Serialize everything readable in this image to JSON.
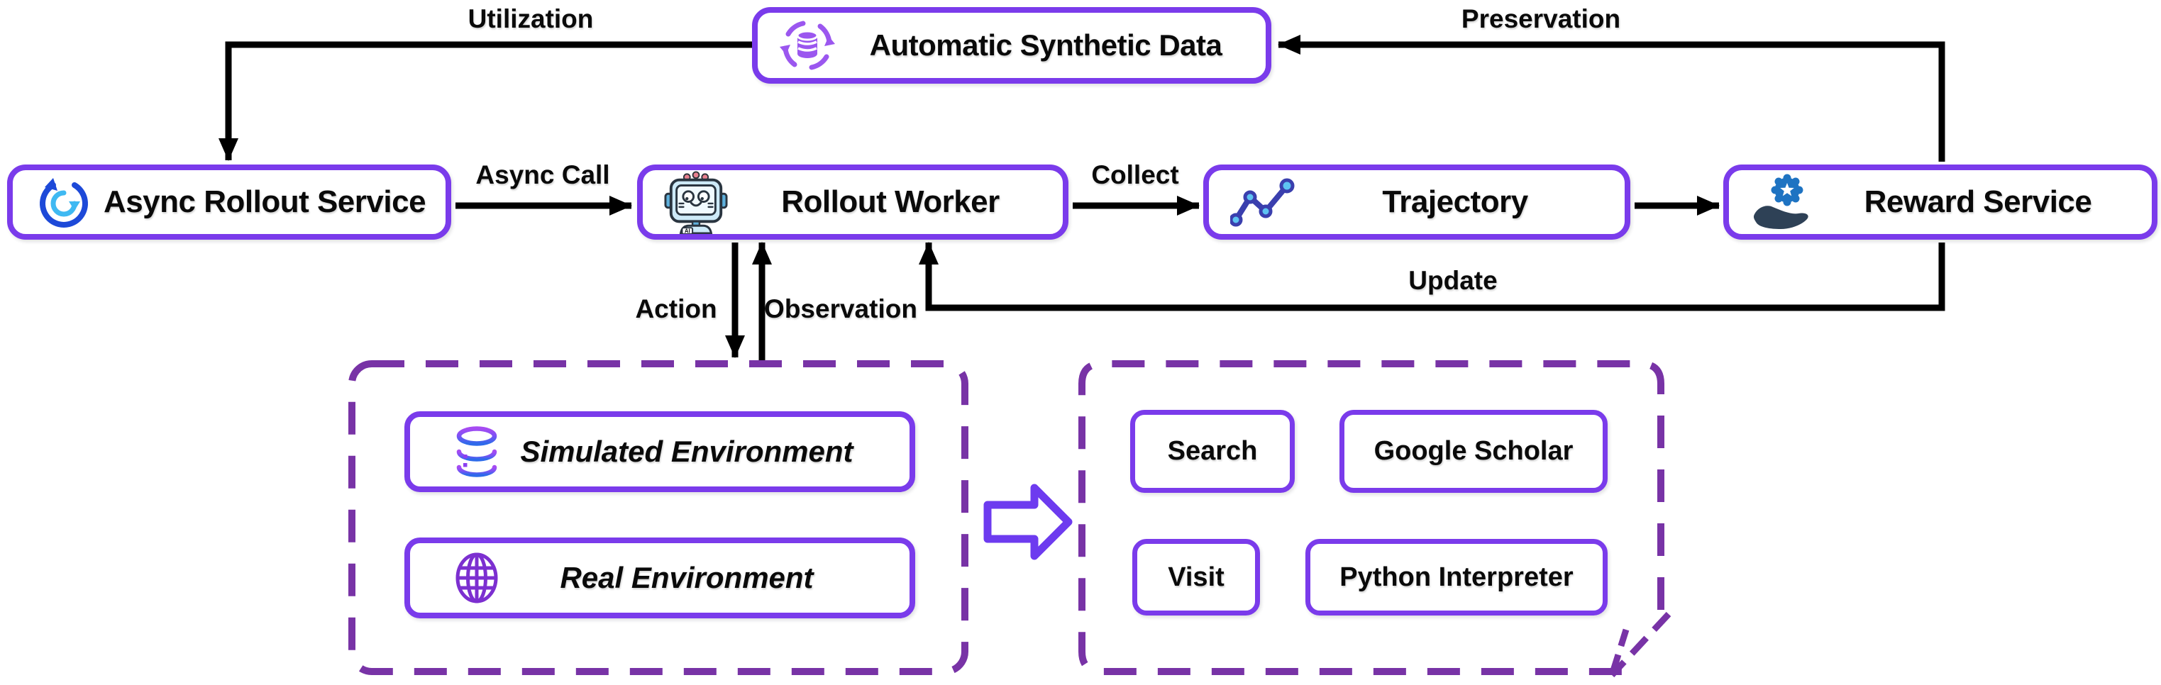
{
  "nodes": {
    "synthetic_data": {
      "label": "Automatic Synthetic Data",
      "icon": "synthetic-data-cycle-icon"
    },
    "async_rollout": {
      "label": "Async Rollout Service",
      "icon": "async-refresh-icon"
    },
    "rollout_worker": {
      "label": "Rollout Worker",
      "icon": "robot-icon",
      "badge": "AI"
    },
    "trajectory": {
      "label": "Trajectory",
      "icon": "trajectory-line-icon"
    },
    "reward_service": {
      "label": "Reward Service",
      "icon": "reward-badge-hand-icon"
    }
  },
  "edges": {
    "utilization": {
      "label": "Utilization"
    },
    "preservation": {
      "label": "Preservation"
    },
    "async_call": {
      "label": "Async Call"
    },
    "collect": {
      "label": "Collect"
    },
    "update": {
      "label": "Update"
    },
    "action": {
      "label": "Action"
    },
    "observation": {
      "label": "Observation"
    }
  },
  "environment_group": {
    "items": [
      {
        "label": "Simulated Environment",
        "icon": "database-icon"
      },
      {
        "label": "Real Environment",
        "icon": "globe-icon"
      }
    ]
  },
  "tools_group": {
    "items": [
      {
        "label": "Search"
      },
      {
        "label": "Google Scholar"
      },
      {
        "label": "Visit"
      },
      {
        "label": "Python Interpreter"
      }
    ]
  },
  "colors": {
    "node_border": "#7A3BEB",
    "dashed_border": "#7833A6",
    "arrow": "#000000",
    "big_arrow": "#6D3BEF",
    "text": "#0A0A0A",
    "icon_purple": "#9B57EF",
    "icon_blue_dark": "#1D49D8",
    "icon_blue_light": "#3FB9F2",
    "trajectory_line": "#3A3FAE",
    "reward_hand": "#2E4156",
    "reward_badge": "#1E73C2"
  }
}
